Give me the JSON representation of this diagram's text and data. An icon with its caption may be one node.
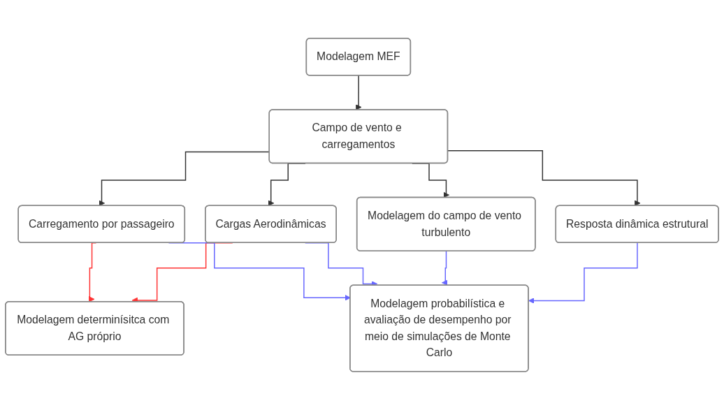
{
  "diagram": {
    "nodes": [
      {
        "text": [
          "Modelagem MEF"
        ]
      },
      {
        "text": [
          "Campo de vento e carregamentos"
        ]
      },
      {
        "text": [
          "Carregamento por passageiro"
        ]
      },
      {
        "text": [
          "Cargas Aerodinâmicas"
        ]
      },
      {
        "text": [
          "Modelagem do campo de vento turbulento"
        ]
      },
      {
        "text": [
          "Resposta dinâmica estrutural"
        ]
      },
      {
        "text": [
          "Modelagem determinísitca com AG próprio"
        ]
      },
      {
        "text": [
          "Modelagem probabilística e avaliação de desempenho por meio de simulações de Monte Carlo"
        ]
      }
    ],
    "edges": [
      {
        "from": 0,
        "to": 1,
        "arrow": "to"
      },
      {
        "from": 1,
        "to": 2,
        "arrow": "to"
      },
      {
        "from": 1,
        "to": 3,
        "arrow": "to"
      },
      {
        "from": 1,
        "to": 4,
        "arrow": "to"
      },
      {
        "from": 1,
        "to": 5,
        "arrow": "to"
      },
      {
        "from": 2,
        "to": 6,
        "arrow": "to",
        "color": "#ff3333"
      },
      {
        "from": 3,
        "to": 6,
        "arrow": "to",
        "color": "#ff3333"
      },
      {
        "from": 2,
        "to": 7,
        "arrow": "to",
        "color": "#6666ff"
      },
      {
        "from": 3,
        "to": 7,
        "arrow": "to",
        "color": "#6666ff"
      },
      {
        "from": 4,
        "to": 7,
        "arrow": "to",
        "color": "#6666ff"
      },
      {
        "from": 5,
        "to": 7,
        "arrow": "to",
        "color": "#6666ff"
      }
    ]
  }
}
